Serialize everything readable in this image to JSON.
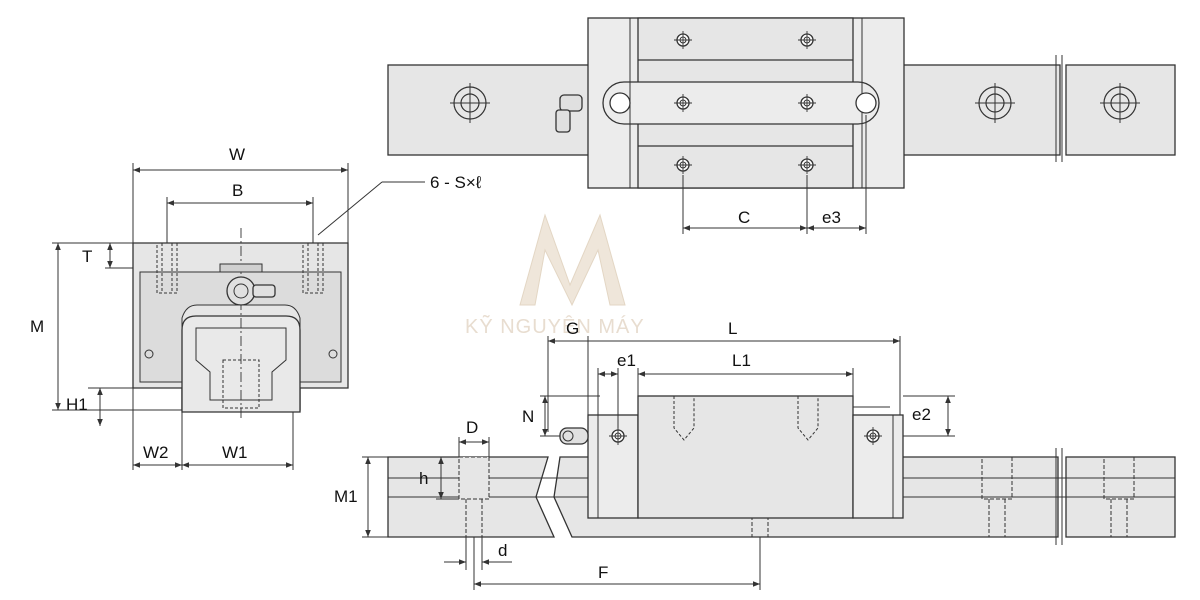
{
  "watermark": {
    "text": "KỸ NGUYÊN MÁY"
  },
  "front_view": {
    "labels": {
      "width": "W",
      "hole_spacing_width": "B",
      "tapped_holes": "6 - S×ℓ",
      "thread_depth": "T",
      "height": "M",
      "clearance": "H1",
      "offset_w2": "W2",
      "rail_width": "W1"
    }
  },
  "top_view": {
    "labels": {
      "hole_spacing_length": "C",
      "end_offset": "e3"
    }
  },
  "side_view": {
    "labels": {
      "overall_length": "L",
      "grease_nipple_length": "G",
      "end_seal_offset": "e1",
      "body_length": "L1",
      "nipple_height": "N",
      "nipple_offset": "e2",
      "counterbore_dia": "D",
      "counterbore_depth": "h",
      "rail_height": "M1",
      "bolt_hole_dia": "d",
      "rail_pitch": "F"
    }
  },
  "colors": {
    "fill": "#e6e6e6",
    "line": "#333333",
    "watermark": "#e8ddd0"
  }
}
